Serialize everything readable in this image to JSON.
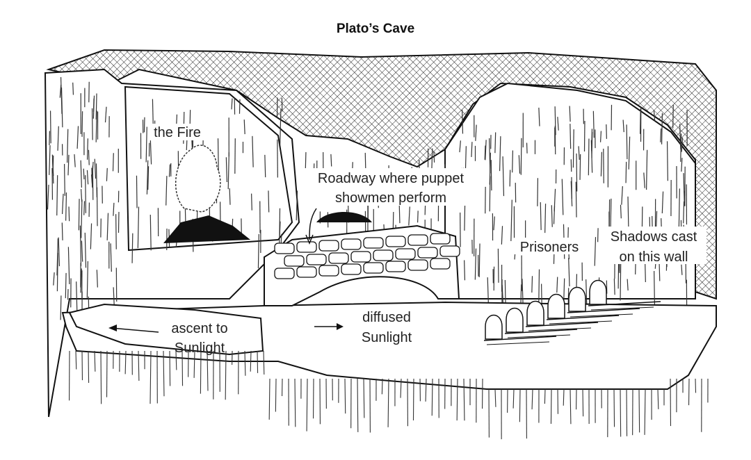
{
  "title": "Plato’s Cave",
  "labels": {
    "fire": "the Fire",
    "roadway_line1": "Roadway where puppet",
    "roadway_line2": "showmen perform",
    "prisoners": "Prisoners",
    "shadows_line1": "Shadows cast",
    "shadows_line2": "on this wall",
    "ascent_line1": "ascent to",
    "ascent_line2": "Sunlight",
    "diffused_line1": "diffused",
    "diffused_line2": "Sunlight"
  },
  "prisoner_count": 6
}
